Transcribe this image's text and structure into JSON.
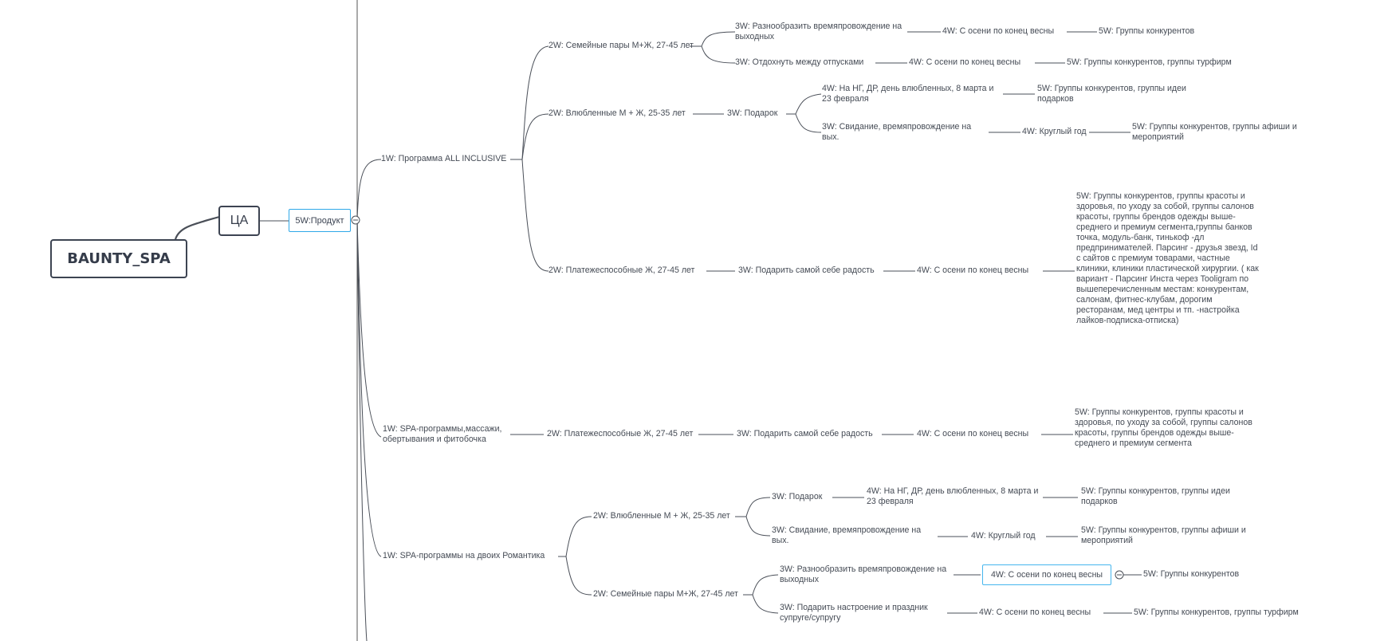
{
  "root": "BAUNTY_SPA",
  "ca": "ЦА",
  "product": "5W:Продукт",
  "b1": {
    "title": "1W: Программа ALL INCLUSIVE",
    "g1": {
      "label": "2W: Семейные пары М+Ж, 27-45 лет",
      "a": {
        "w3": "3W: Разнообразить времяпровождение на выходных",
        "w4": "4W: С осени по конец весны",
        "w5": "5W: Группы конкурентов"
      },
      "b": {
        "w3": "3W: Отдохнуть между отпусками",
        "w4": "4W: С осени по конец весны",
        "w5": "5W: Группы конкурентов, группы турфирм"
      }
    },
    "g2": {
      "label": "2W: Влюбленные М + Ж, 25-35 лет",
      "w3": "3W: Подарок",
      "a": {
        "w4": "4W: На НГ, ДР, день влюбленных,  8 марта и 23 февраля",
        "w5": "5W: Группы конкурентов, группы идеи подарков"
      },
      "b": {
        "w3": "3W: Свидание,  времяпровождение на вых.",
        "w4": "4W:  Круглый год",
        "w5": "5W: Группы конкурентов, группы афиши и мероприятий"
      }
    },
    "g3": {
      "label": "2W: Платежеспособные Ж, 27-45 лет",
      "w3": "3W: Подарить самой себе радость",
      "w4": "4W: С осени по конец весны",
      "w5": "5W: Группы конкурентов, группы красоты и здоровья, по уходу за собой, группы салонов красоты, группы брендов одежды выше-среднего и премиум сегмента,группы банков точка, модуль-банк, тинькоф -дл предпринимателей. Парсинг - друзья звезд, Id с сайтов с премиум товарами, частные клиники, клиники пластической хирургии. ( как вариант - Парсинг Инста через Tooligram по вышеперечисленным местам: конкурентам, салонам, фитнес-клубам, дорогим ресторанам, мед центры и тп. -настройка лайков-подписка-отписка)"
    }
  },
  "b2": {
    "title": "1W: SPA-программы,массажи, обертывания и фитобочка",
    "w2": "2W: Платежеспособные Ж, 27-45 лет",
    "w3": "3W: Подарить самой себе радость",
    "w4": "4W: С осени по конец весны",
    "w5": "5W: Группы конкурентов, группы красоты и здоровья, по уходу за собой, группы салонов красоты, группы брендов одежды выше-среднего и премиум сегмента"
  },
  "b3": {
    "title": "1W: SPA-программы  на двоих Романтика",
    "g1": {
      "label": "2W: Влюбленные М + Ж, 25-35 лет",
      "a": {
        "w3": "3W: Подарок",
        "w4": "4W: На НГ, ДР, день влюбленных,  8 марта и 23 февраля",
        "w5": "5W: Группы конкурентов, группы идеи подарков"
      },
      "b": {
        "w3": "3W: Свидание,  времяпровождение на вых.",
        "w4": "4W:  Круглый год",
        "w5": "5W: Группы конкурентов, группы афиши и мероприятий"
      }
    },
    "g2": {
      "label": "2W: Семейные пары М+Ж, 27-45 лет",
      "a": {
        "w3": "3W: Разнообразить времяпровождение на выходных",
        "w4": "4W: С осени по конец весны",
        "w5": "5W: Группы конкурентов"
      },
      "b": {
        "w3": "3W: Подарить настроение и праздник супруге/супругу",
        "w4": "4W: С осени по конец весны",
        "w5": "5W: Группы конкурентов, группы турфирм"
      }
    }
  }
}
